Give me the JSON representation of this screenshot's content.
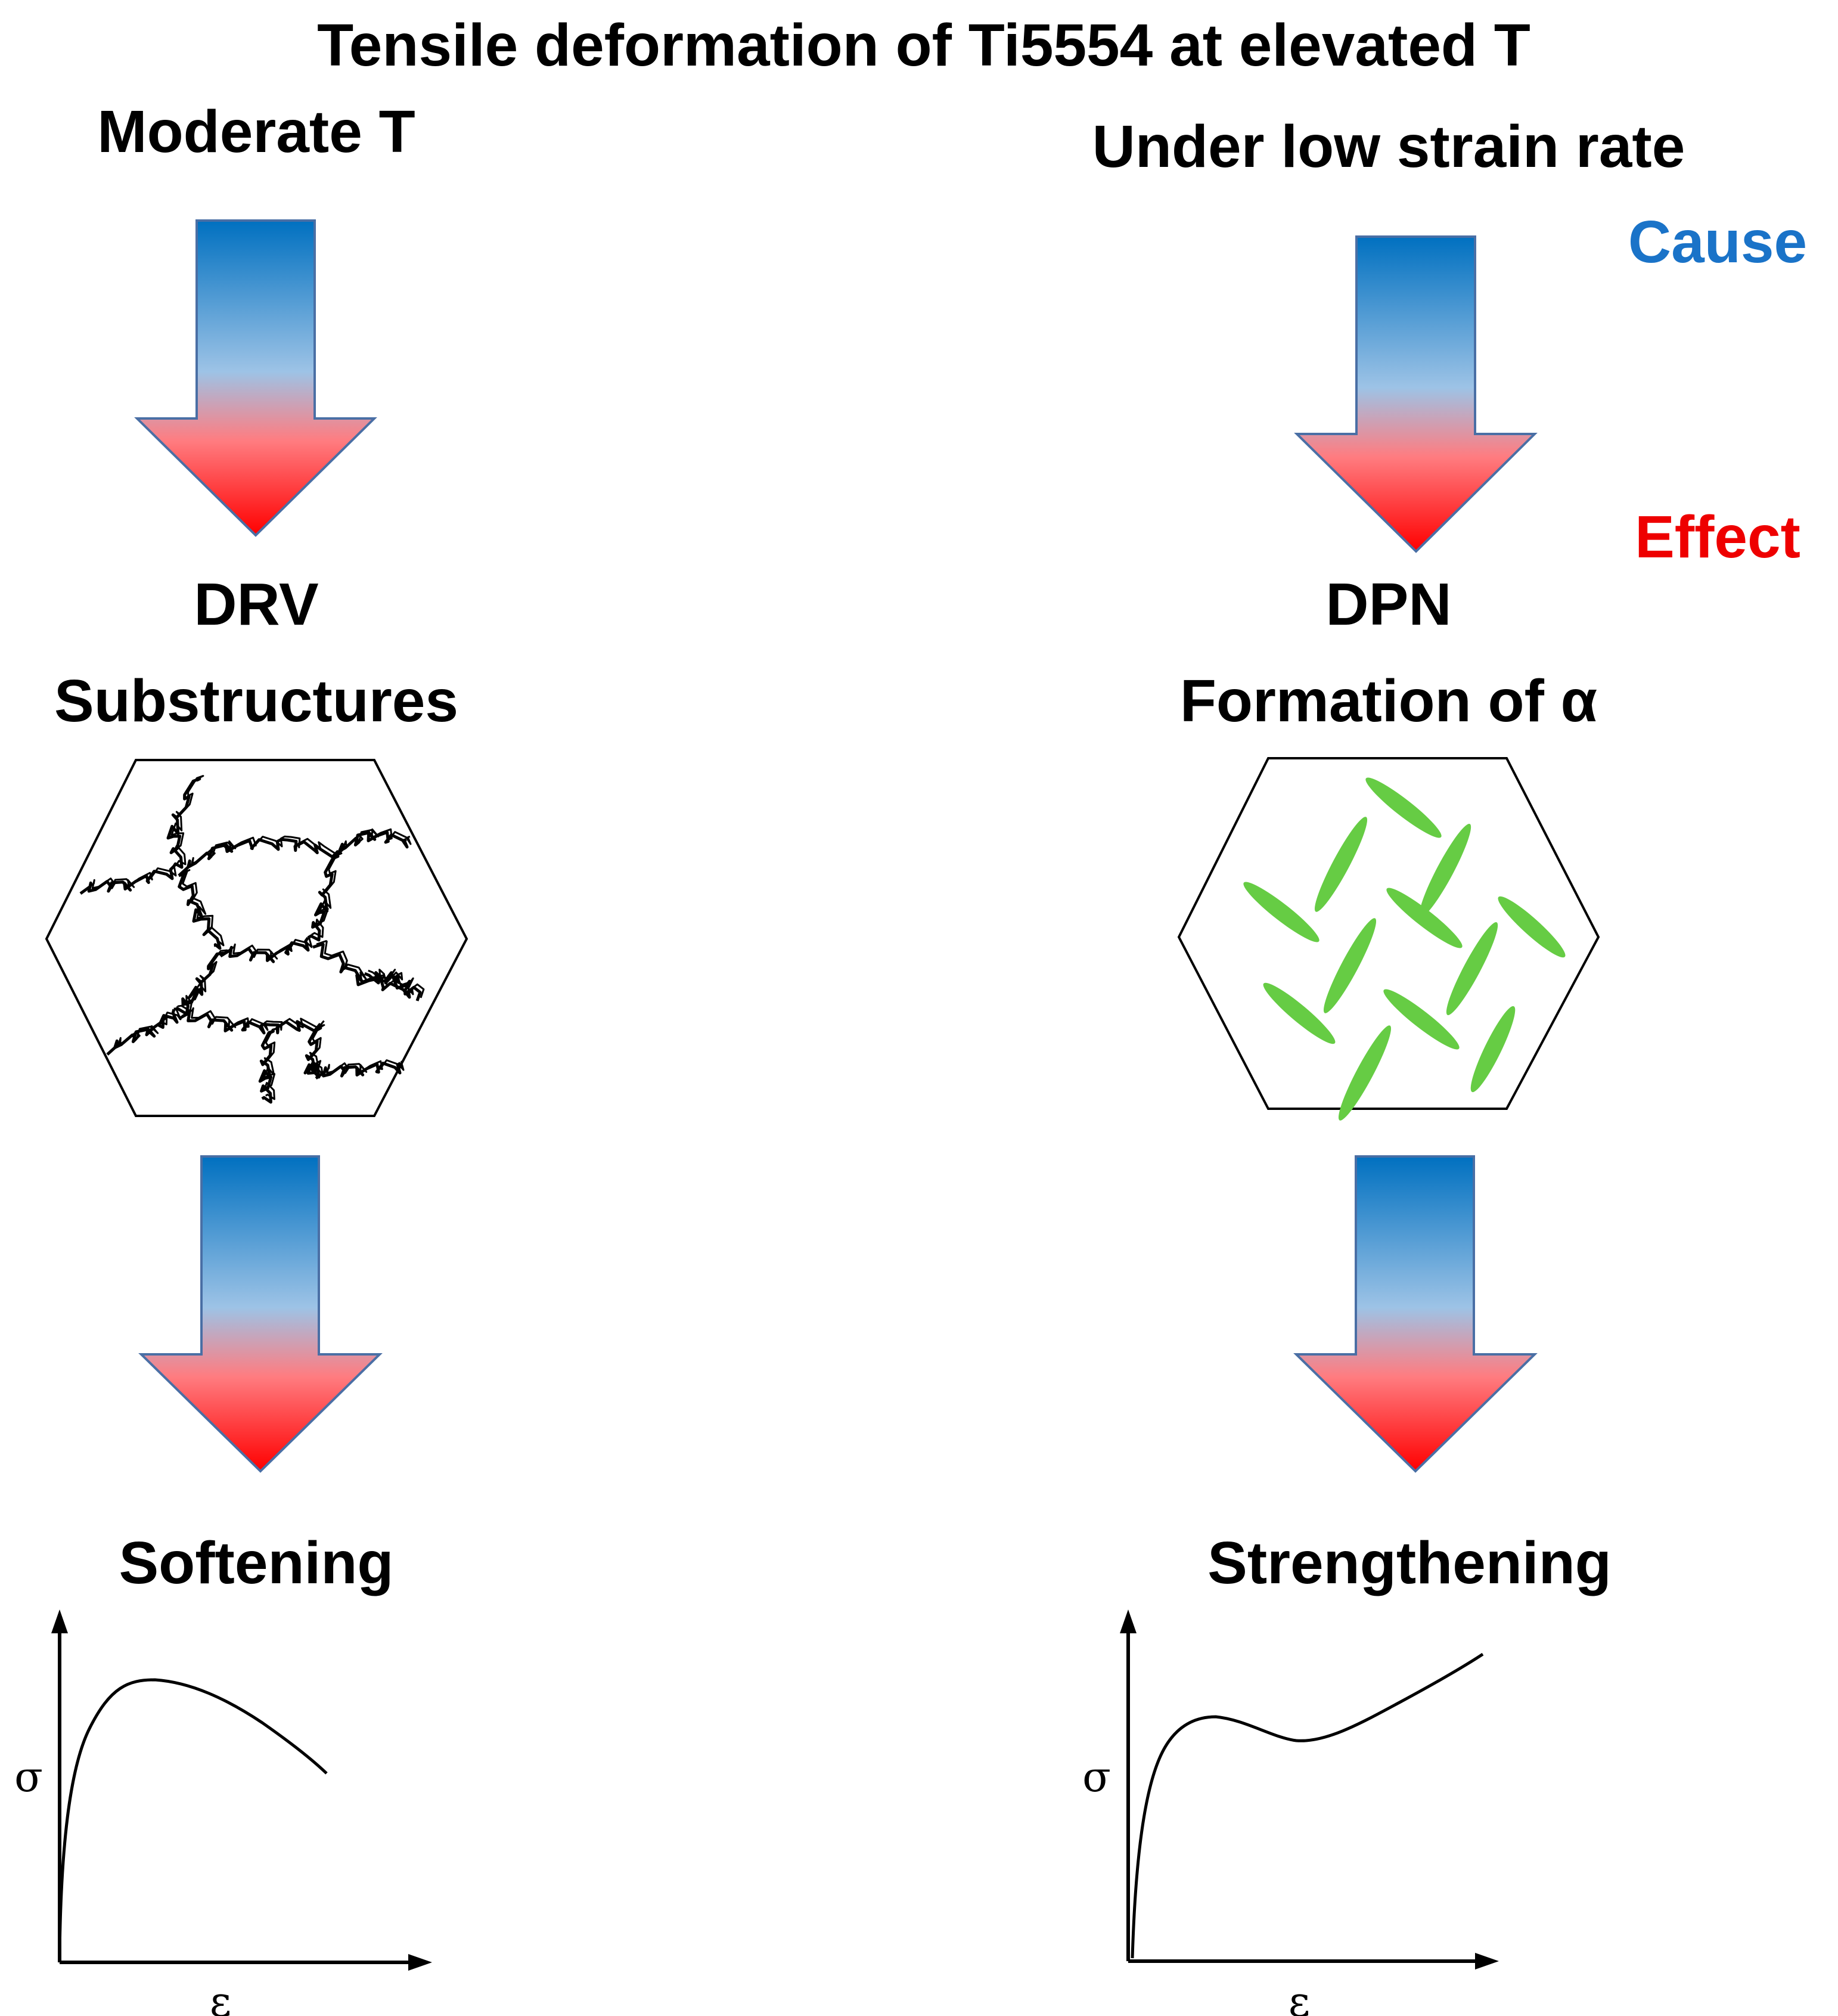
{
  "title": "Tensile deformation of Ti5554 at elevated T",
  "legend": {
    "cause": "Cause",
    "effect": "Effect",
    "cause_color": "#1a73c8",
    "effect_color": "#ee0000"
  },
  "left": {
    "condition": "Moderate T",
    "mechanism": "DRV",
    "microstructure": "Substructures",
    "result": "Softening",
    "curve_y_label": "σ",
    "curve_x_label": "ε"
  },
  "right": {
    "condition": "Under low strain rate",
    "mechanism": "DPN",
    "microstructure": "Formation of α",
    "result": "Strengthening",
    "curve_y_label": "σ",
    "curve_x_label": "ε",
    "precipitate_color": "#66cc44"
  },
  "arrow_gradient": [
    "#0070c0",
    "#9dc3e6",
    "#ff7c80",
    "#ff0000"
  ]
}
